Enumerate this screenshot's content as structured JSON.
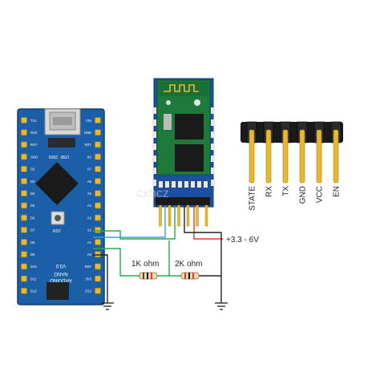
{
  "watermark": "cxhcz",
  "arduino": {
    "usb_label": "USB",
    "year": "2009",
    "rst_label": "RST",
    "name_line1": "ARDUINO",
    "name_line2": "NANO",
    "version": "V3.0",
    "left_pins": [
      "TX1",
      "RX0",
      "RST",
      "GND",
      "D2",
      "D3",
      "D4",
      "D5",
      "D6",
      "D7",
      "D8",
      "D9",
      "D10",
      "D11",
      "D12"
    ],
    "right_pins": [
      "VIN",
      "GND",
      "RST",
      "5V",
      "A7",
      "A6",
      "A5",
      "A4",
      "A3",
      "A2",
      "A1",
      "A0",
      "REF",
      "3V3",
      "D13"
    ]
  },
  "module": {
    "board_color": "#1e7a3a",
    "pcb_color": "#1d4fa0"
  },
  "pin_header": {
    "labels": [
      "STATE",
      "RX",
      "TX",
      "GND",
      "VCC",
      "EN"
    ]
  },
  "resistors": [
    {
      "label": "1K ohm"
    },
    {
      "label": "2K ohm"
    }
  ],
  "power_label": "+3.3 - 6V",
  "colors": {
    "arduino_blue": "#1b5fa8",
    "wire_blue": "#3aa0e0",
    "wire_green": "#2aa84a",
    "wire_red": "#e03a2a",
    "wire_black": "#222222",
    "header_black": "#1a1a1a",
    "pin_gold": "#e8b830"
  }
}
